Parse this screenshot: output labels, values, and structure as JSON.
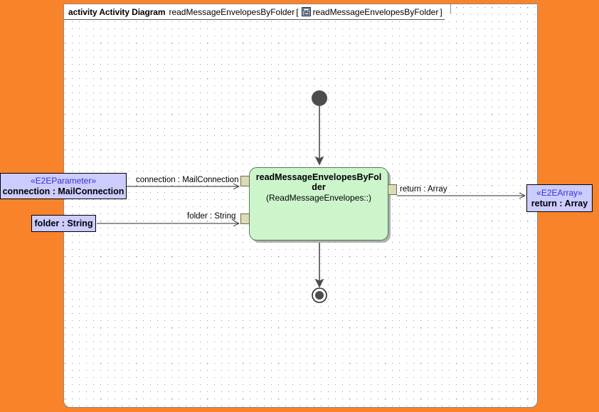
{
  "frame": {
    "keyword": "activity Activity Diagram",
    "name": "readMessageEnvelopesByFolder",
    "bracket_open": "[",
    "bracket_close": "]",
    "icon": "activity-diagram-icon",
    "qualified_name": "readMessageEnvelopesByFolder"
  },
  "canvas": {
    "background_color": "#ffffff",
    "outside_color": "#f8832a",
    "grid": "dotted"
  },
  "nodes": {
    "initial": {
      "name": "initial-node",
      "fill": "#4d4d4d"
    },
    "final": {
      "name": "activity-final-node",
      "fill": "#4d4d4d"
    },
    "action": {
      "name": "readMessageEnvelopesByFolder",
      "qualifier": "(ReadMessageEnvelopes::)",
      "fill": "#ccf5cc",
      "border": "#4d804d"
    },
    "connection_param": {
      "stereotype": "«E2EParameter»",
      "label": "connection : MailConnection",
      "fill": "#ccccff"
    },
    "folder_param": {
      "stereotype": "",
      "label": "folder : String",
      "fill": "#ccccff"
    },
    "return_param": {
      "stereotype": "«E2EArray»",
      "label": "return : Array",
      "fill": "#ccccff"
    }
  },
  "pins": {
    "connection": "connection-input-pin",
    "folder": "folder-input-pin",
    "return": "return-output-pin",
    "fill": "#dcdcb4"
  },
  "edges": [
    {
      "label": "connection : MailConnection",
      "from": "connection-parameter-node",
      "to": "connection-input-pin"
    },
    {
      "label": "folder : String",
      "from": "folder-parameter-node",
      "to": "folder-input-pin"
    },
    {
      "label": "return : Array",
      "from": "return-output-pin",
      "to": "return-parameter-node"
    }
  ]
}
